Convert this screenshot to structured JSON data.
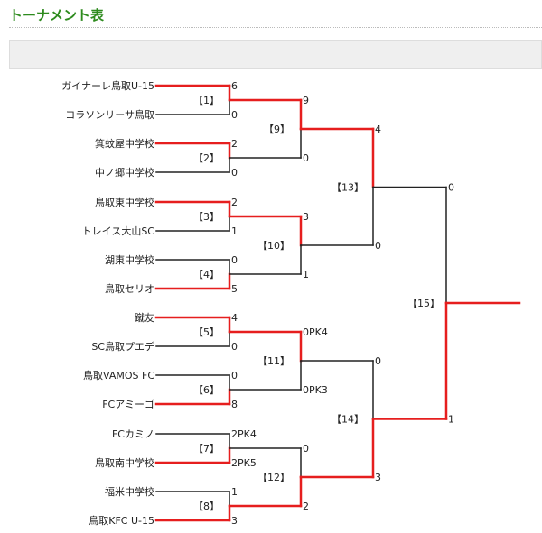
{
  "title": "トーナメント表",
  "teams": [
    "ガイナーレ鳥取U-15",
    "コラソンリーサ鳥取",
    "箕蚊屋中学校",
    "中ノ郷中学校",
    "鳥取東中学校",
    "トレイス大山SC",
    "湖東中学校",
    "鳥取セリオ",
    "蹴友",
    "SC鳥取プエデ",
    "鳥取VAMOS FC",
    "FCアミーゴ",
    "FCカミノ",
    "鳥取南中学校",
    "福米中学校",
    "鳥取KFC U-15"
  ],
  "round1": [
    {
      "label": "【1】",
      "scores": [
        "6",
        "0"
      ],
      "winner": 0
    },
    {
      "label": "【2】",
      "scores": [
        "2",
        "0"
      ],
      "winner": 0
    },
    {
      "label": "【3】",
      "scores": [
        "2",
        "1"
      ],
      "winner": 0
    },
    {
      "label": "【4】",
      "scores": [
        "0",
        "5"
      ],
      "winner": 1
    },
    {
      "label": "【5】",
      "scores": [
        "4",
        "0"
      ],
      "winner": 0
    },
    {
      "label": "【6】",
      "scores": [
        "0",
        "8"
      ],
      "winner": 1
    },
    {
      "label": "【7】",
      "scores": [
        "2PK4",
        "2PK5"
      ],
      "winner": 1
    },
    {
      "label": "【8】",
      "scores": [
        "1",
        "3"
      ],
      "winner": 1
    }
  ],
  "round2": [
    {
      "label": "【9】",
      "scores": [
        "9",
        "0"
      ],
      "winner": 0
    },
    {
      "label": "【10】",
      "scores": [
        "3",
        "1"
      ],
      "winner": 0
    },
    {
      "label": "【11】",
      "scores": [
        "0PK4",
        "0PK3"
      ],
      "winner": 0
    },
    {
      "label": "【12】",
      "scores": [
        "0",
        "2"
      ],
      "winner": 1
    }
  ],
  "round3": [
    {
      "label": "【13】",
      "scores": [
        "4",
        "0"
      ],
      "winner": 0
    },
    {
      "label": "【14】",
      "scores": [
        "0",
        "3"
      ],
      "winner": 1
    }
  ],
  "final": {
    "label": "【15】",
    "scores": [
      "0",
      "1"
    ],
    "winner": 1
  },
  "colors": {
    "winner_line": "#e61e1e",
    "loser_line": "#222222",
    "title": "#2e8b1e"
  }
}
